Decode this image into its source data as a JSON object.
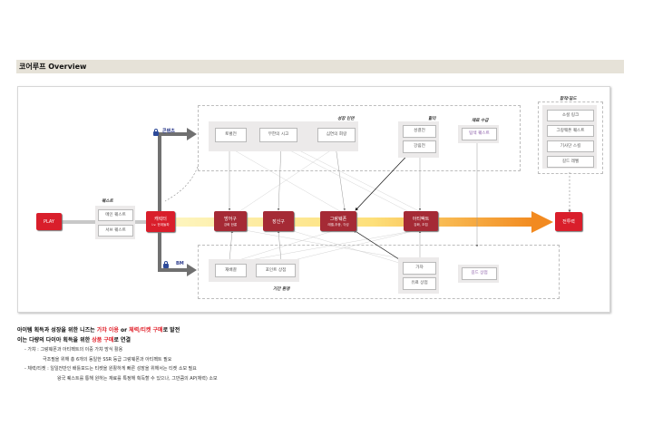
{
  "title": "코어루프 Overview",
  "groups": {
    "quest": "퀘스트",
    "growth": "성장 인연",
    "gacha": "할리",
    "material": "재료 수급",
    "guild": "합작/길드",
    "period": "기간 환경"
  },
  "boxes": {
    "quest_main": "메인 퀘스트",
    "quest_sub": "서브 퀘스트",
    "g1": "토벌전",
    "g2": "무한의 시고",
    "g3": "심연의 회랑",
    "h1": "성결전",
    "h2": "강림전",
    "mat": "탐색 퀘스트",
    "guild1": "소셜 링크",
    "guild2": "그랑웨폰 퀘스트",
    "guild3": "기사단 스킬",
    "guild4": "길드 레벨",
    "p1": "재배결",
    "p2": "포인트 상점",
    "p3": "가챠",
    "p4": "유료 상점",
    "p5": "길드 상점"
  },
  "nodes": {
    "play": "PLAY",
    "char": "캐릭터",
    "char_sub": "Lv. 한계돌파",
    "weapon": "방어구",
    "weapon_sub": "강화 한롱",
    "acc": "장신구",
    "grand": "그랑웨폰",
    "grand_sub": "레벨,추종, 각성",
    "arti": "아티팩트",
    "arti_sub": "강화, 조립",
    "power": "전투력"
  },
  "tags": {
    "top": "콘텐츠",
    "bottom": "BM"
  },
  "notes": {
    "l1_a": "아이템 획득과 성장을 위한 니즈는 ",
    "l1_b": "가챠 이용",
    "l1_c": " or ",
    "l1_d": "체력/티켓 구매",
    "l1_e": "로 발전",
    "l2_a": "이는 다량의 다이아 획득을 위한 ",
    "l2_b": "상품 구매",
    "l2_c": "로 연결",
    "b1": "- 가챠 : 그랑웨폰과 아티펙트의 이중 가챠 방식 활용",
    "b1_sub": "극조필을 위해 총 6개의 동일한 SSR 등급 그랑웨폰과 아티펙트 필요",
    "b2": "- 체력/티켓 : 일일전만인 배틀포드는 티켓을 원활하게 빠른 성장을 위해서는 티켓 소모 필요",
    "b2_sub": "왕국 퀘스트를 통해 원하는 재료를 특정해 획득할 수 있으나, 그만큼의 AP(체력) 소모"
  }
}
